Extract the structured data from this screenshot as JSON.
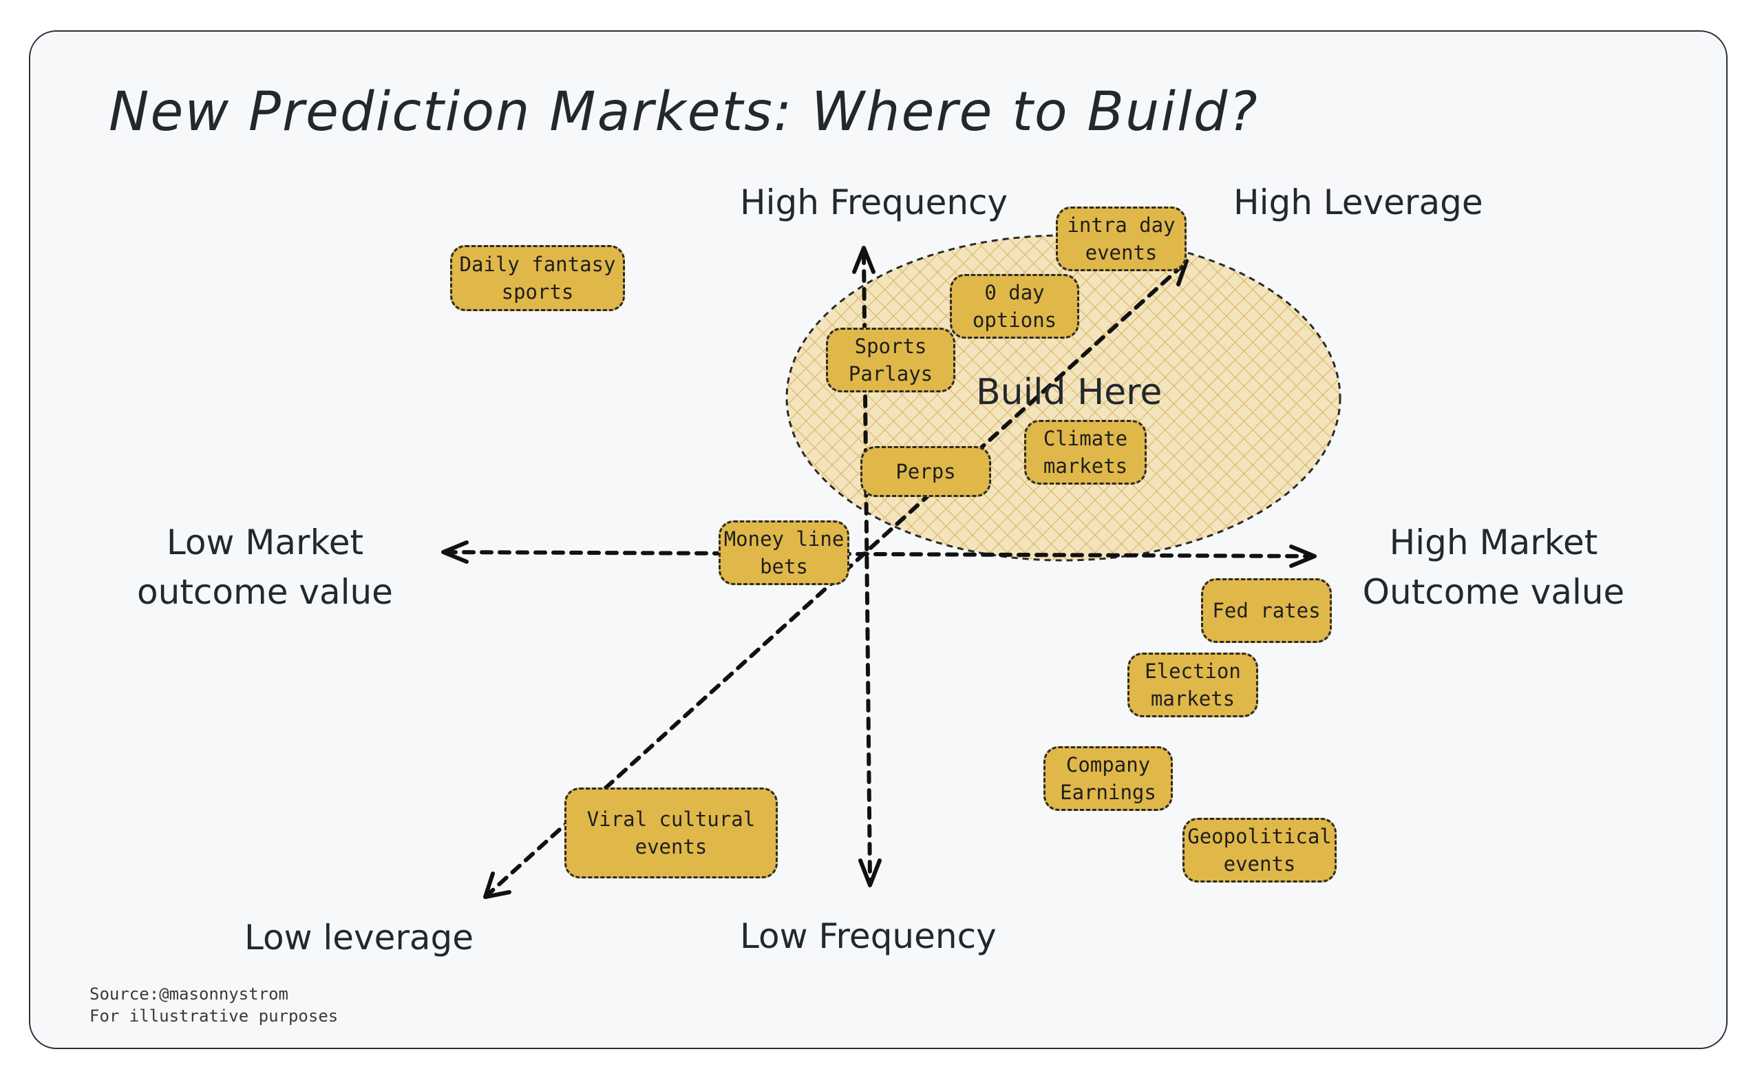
{
  "title": "New Prediction Markets: Where to Build?",
  "axes": {
    "high_frequency": "High Frequency",
    "low_frequency": "Low Frequency",
    "high_leverage": "High Leverage",
    "low_leverage": "Low leverage",
    "low_market_value": "Low Market\noutcome value",
    "high_market_value": "High Market\nOutcome value"
  },
  "region_label": "Build Here",
  "nodes": {
    "daily_fantasy": "Daily fantasy\nsports",
    "intra_day": "intra day\nevents",
    "zero_day": "0 day\noptions",
    "sports_parlays": "Sports\nParlays",
    "climate": "Climate\nmarkets",
    "perps": "Perps",
    "money_line": "Money line\nbets",
    "fed_rates": "Fed rates",
    "election": "Election\nmarkets",
    "company_earnings": "Company\nEarnings",
    "geopolitical": "Geopolitical\nevents",
    "viral_cultural": "Viral cultural\nevents"
  },
  "source_note": "Source:@masonnystrom\nFor illustrative purposes",
  "colors": {
    "node_fill": "#e0b84a",
    "region_fill": "#e8c878",
    "background": "#f7f8fa",
    "ink": "#23272e"
  }
}
